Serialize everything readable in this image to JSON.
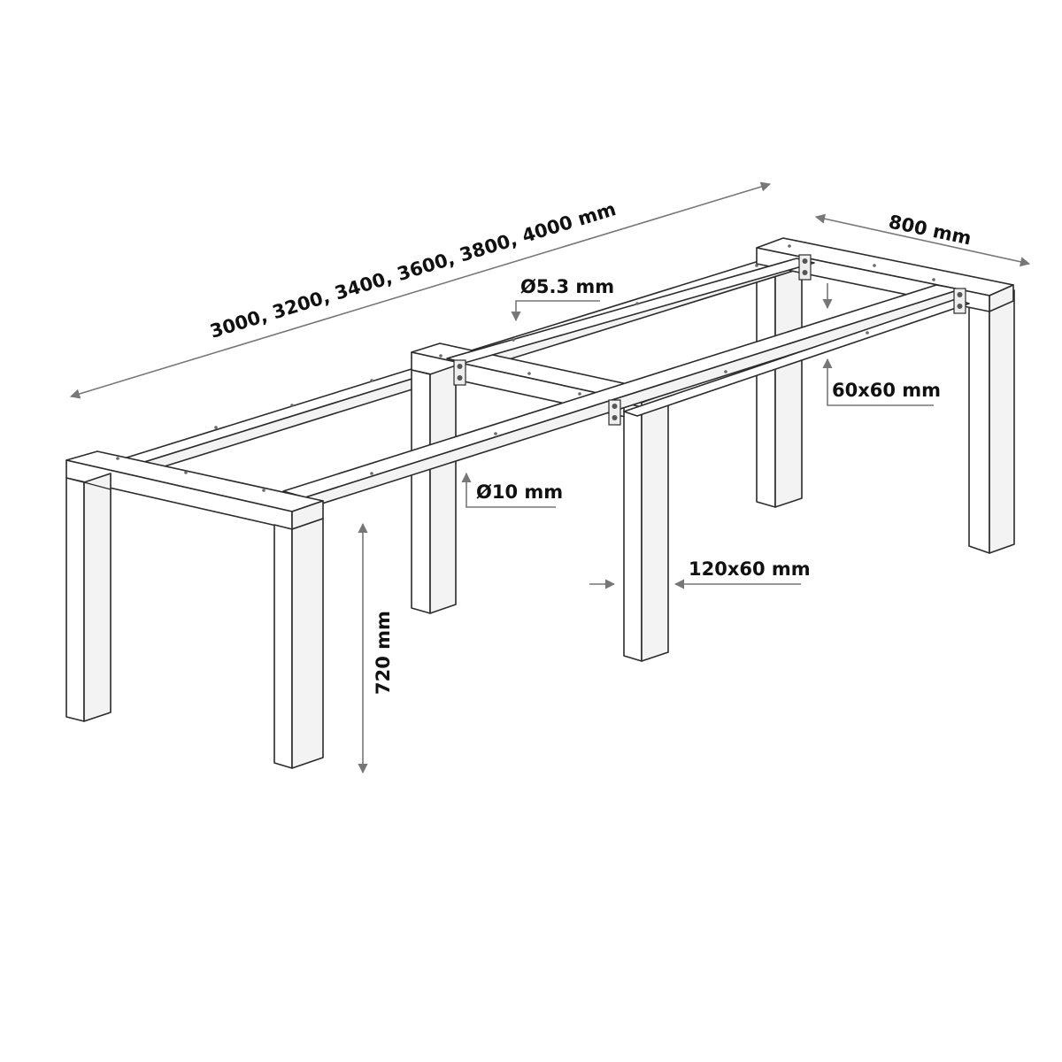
{
  "dimensions": {
    "length": "3000, 3200, 3400, 3600, 3800, 4000 mm",
    "width": "800 mm",
    "height": "720 mm",
    "top_hole": "Ø5.3 mm",
    "bolt_hole": "Ø10 mm",
    "rail_profile": "60x60 mm",
    "leg_profile": "120x60 mm"
  },
  "colors": {
    "stroke": "#2b2b2b",
    "dimension_line": "#777777",
    "background": "#ffffff"
  }
}
